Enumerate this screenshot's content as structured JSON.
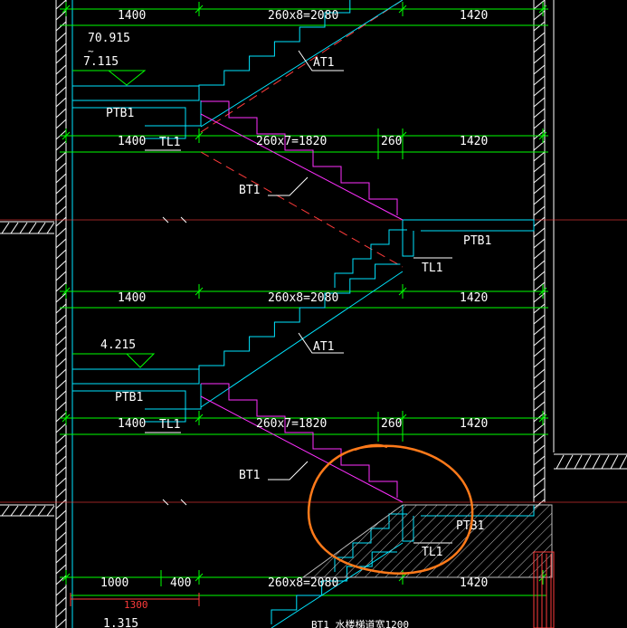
{
  "colors": {
    "background": "#000000",
    "dimension": "#00ff00",
    "outline": "#00e5ff",
    "stair": "#ff2fff",
    "axis": "#ff3b3b",
    "text": "#ffffff",
    "annotation": "#ff7a1a",
    "hatch": "#bdbdbd"
  },
  "dims": {
    "top_left": "1400",
    "top_mid": "260x8=2080",
    "top_right": "1420",
    "r1_left": "1400",
    "r1_mid": "260x7=1820",
    "r1_260": "260",
    "r1_right": "1420",
    "r2_left": "1400",
    "r2_mid": "260x8=2080",
    "r2_right": "1420",
    "r3_left": "1400",
    "r3_mid": "260x7=1820",
    "r3_260": "260",
    "r3_right": "1420",
    "bottom_left": "1000",
    "bottom_400": "400",
    "bottom_mid": "260x8=2080",
    "bottom_right": "1420",
    "red_dim": "1300"
  },
  "levels": {
    "top_a": "70.915",
    "top_tilde": "~",
    "top_b": "7.115",
    "mid": "4.215",
    "bottom": "1.315"
  },
  "labels": {
    "at1_top": "AT1",
    "ptb1_top": "PTB1",
    "tl1_top": "TL1",
    "bt1_top": "BT1",
    "ptb1_right_top": "PTB1",
    "tl1_right_top": "TL1",
    "at1_mid": "AT1",
    "ptb1_mid": "PTB1",
    "tl1_mid": "TL1",
    "bt1_mid": "BT1",
    "ptb1_right_bottom": "PTB1",
    "tl1_right_bottom": "TL1",
    "bottom_note": "BT1 水楼梯道宽1200"
  }
}
